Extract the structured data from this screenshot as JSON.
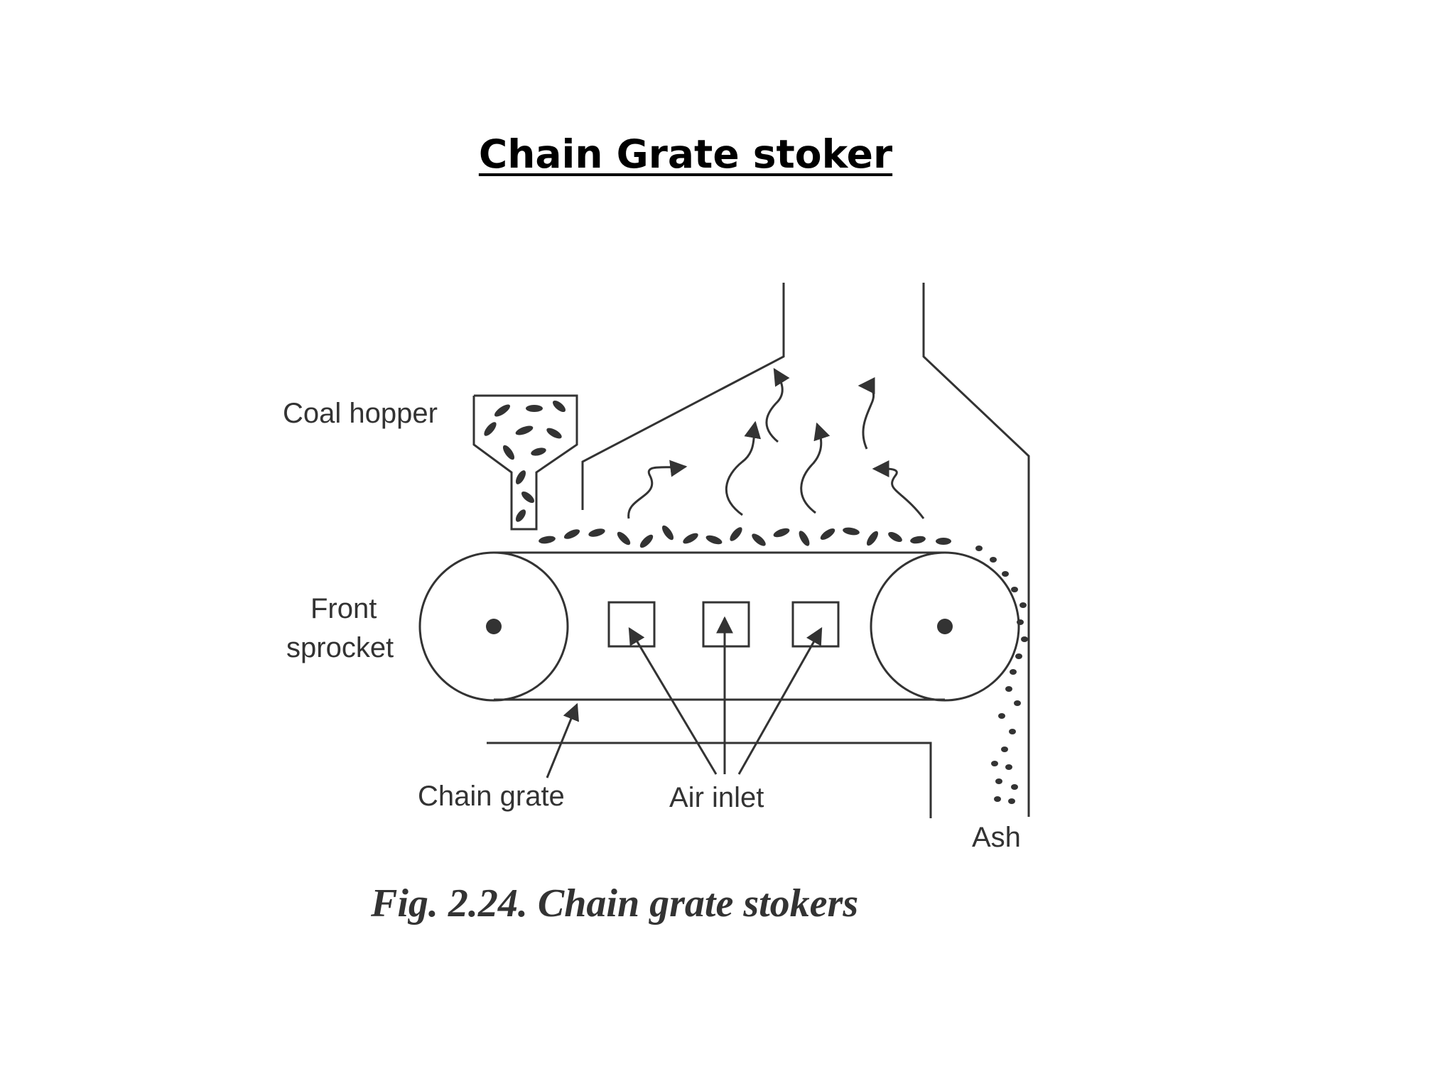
{
  "title": "Chain Grate stoker",
  "labels": {
    "coal_hopper": "Coal hopper",
    "front_sprocket_line1": "Front",
    "front_sprocket_line2": "sprocket",
    "chain_grate": "Chain grate",
    "air_inlet": "Air inlet",
    "ash": "Ash"
  },
  "caption": "Fig. 2.24. Chain grate stokers",
  "colors": {
    "line": "#333333",
    "text": "#333333"
  }
}
